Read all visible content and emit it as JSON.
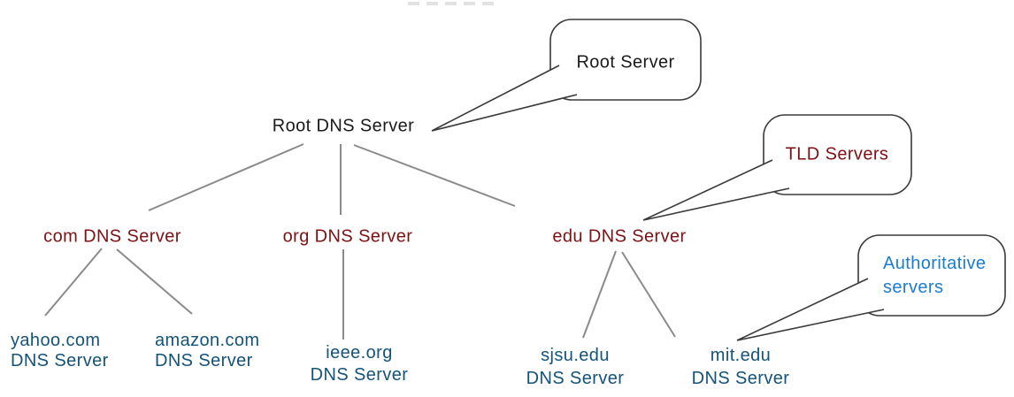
{
  "colors": {
    "background": "#ffffff",
    "root_tier_text": "#1a1a1a",
    "tld_tier_text": "#7E1113",
    "authoritative_tier_text": "#14537A",
    "authoritative_callout_text": "#1B7CD4",
    "tree_line": "#8a8a8a",
    "callout_outline": "#3a3a3a"
  },
  "nodes": {
    "root": {
      "label": "Root DNS Server"
    },
    "com": {
      "label": "com DNS Server"
    },
    "org": {
      "label": "org DNS Server"
    },
    "edu": {
      "label": "edu DNS Server"
    },
    "yahoo": {
      "line1": "yahoo.com",
      "line2": "DNS Server"
    },
    "amazon": {
      "line1": "amazon.com",
      "line2": "DNS Server"
    },
    "ieee": {
      "line1": "ieee.org",
      "line2": "DNS Server"
    },
    "sjsu": {
      "line1": "sjsu.edu",
      "line2": "DNS Server"
    },
    "mit": {
      "line1": "mit.edu",
      "line2": "DNS Server"
    }
  },
  "callouts": {
    "root_server": {
      "label": "Root Server"
    },
    "tld_servers": {
      "label": "TLD Servers"
    },
    "authoritative": {
      "line1": "Authoritative",
      "line2": "servers"
    }
  }
}
